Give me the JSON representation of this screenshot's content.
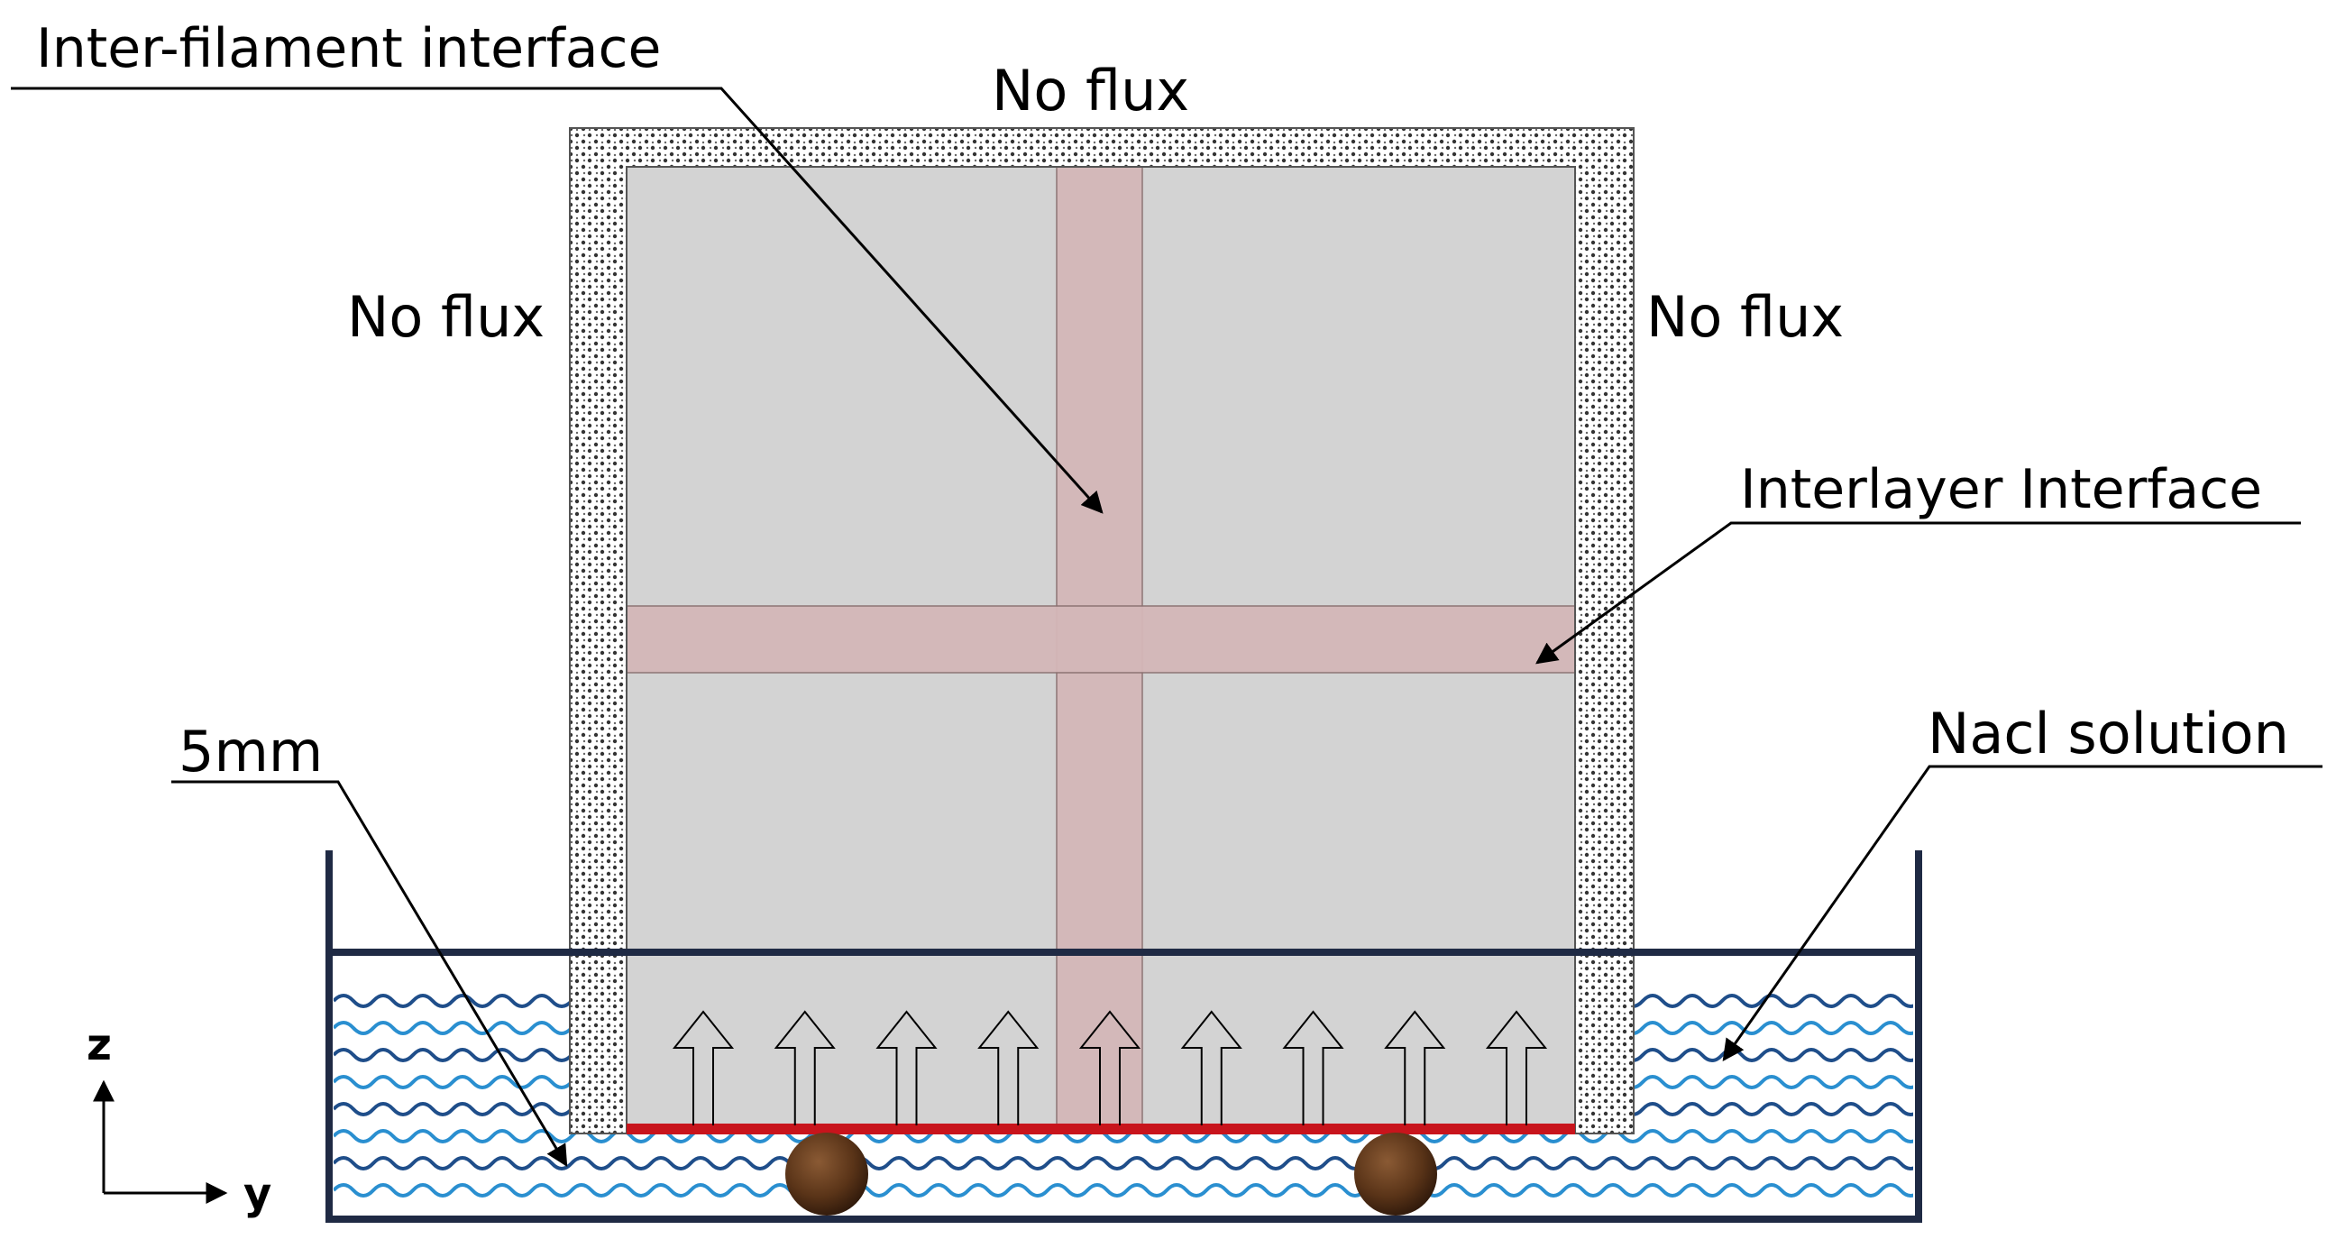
{
  "labels": {
    "inter_filament": "Inter-filament interface",
    "no_flux_top": "No flux",
    "no_flux_left": "No flux",
    "no_flux_right": "No flux",
    "interlayer": "Interlayer Interface",
    "nacl": "Nacl solution",
    "dimension": "5mm",
    "axis_z": "z",
    "axis_y": "y"
  },
  "colors": {
    "specimen_fill": "#d3d3d3",
    "interface_fill": "#d4b7b8",
    "exposed_edge": "#c8141c",
    "container": "#1f2a44",
    "wave_dark": "#1f4e8a",
    "wave_light": "#2a8fd0",
    "support_ball": "#5a3418",
    "coating_dots": "#333333"
  },
  "flux_arrow_count": 9,
  "support_count": 2
}
